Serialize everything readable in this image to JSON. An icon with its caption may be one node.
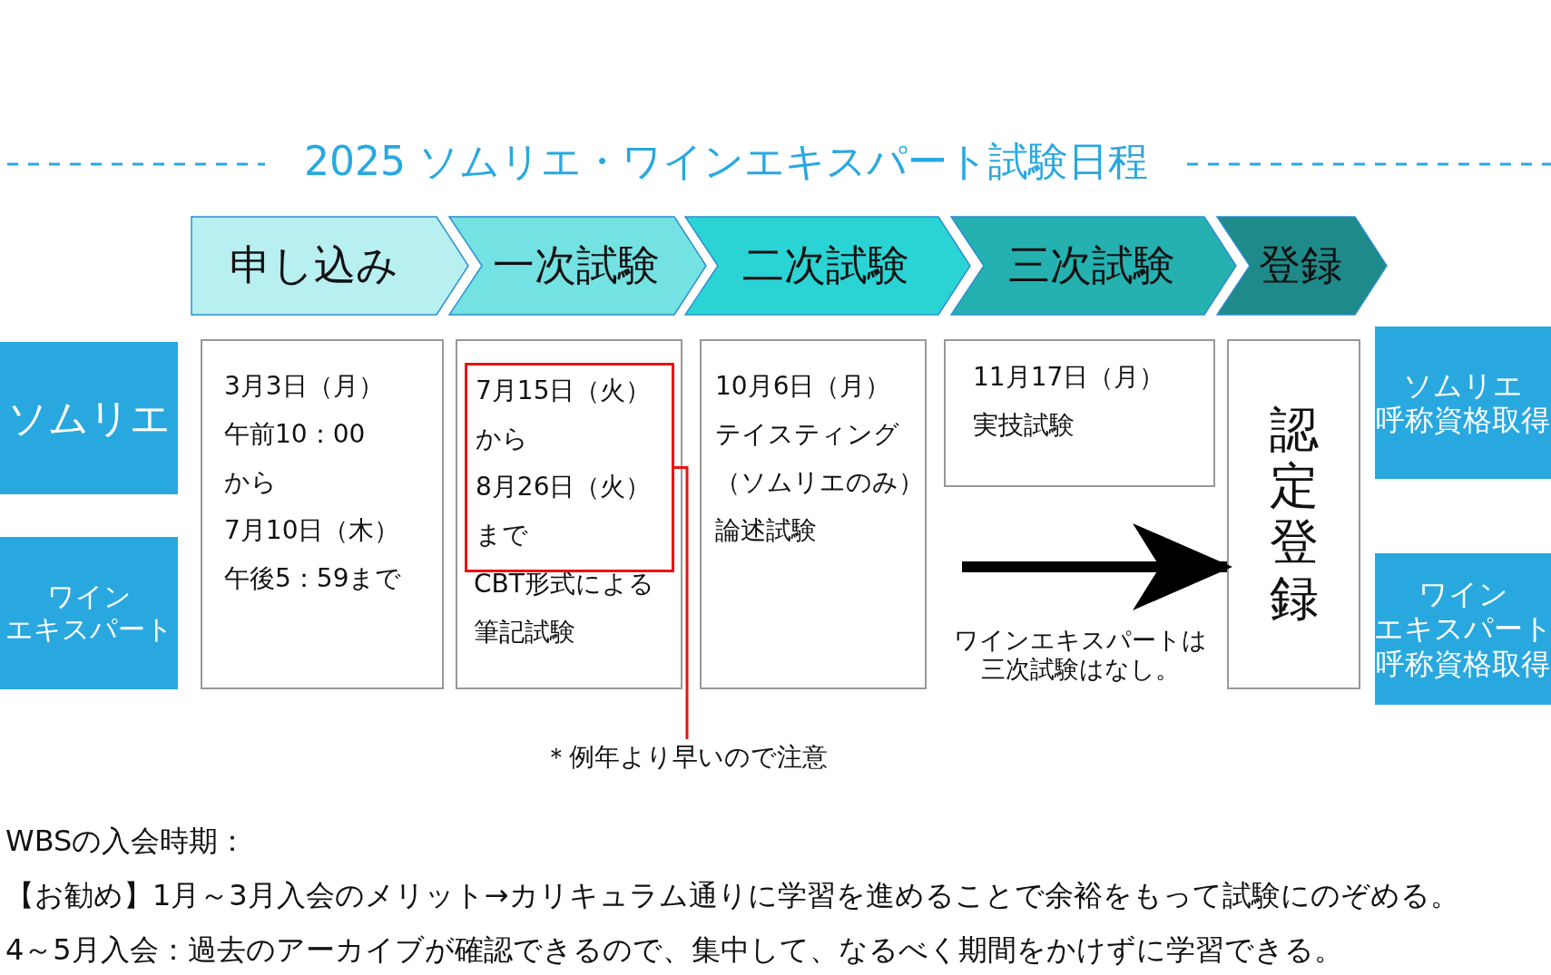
{
  "diagram": {
    "title": "2025 ソムリエ・ワインエキスパート試験日程",
    "nodes": [
      {
        "text": [
          "申し込み"
        ]
      },
      {
        "text": [
          "一次試験"
        ]
      },
      {
        "text": [
          "二次試験"
        ]
      },
      {
        "text": [
          "三次試験"
        ]
      },
      {
        "text": [
          "登録"
        ]
      },
      {
        "text": [
          "ソムリエ"
        ]
      },
      {
        "text": [
          "ワイン",
          "エキスパート"
        ]
      },
      {
        "text": [
          "3月3日（月）",
          "午前10：00",
          "から",
          "7月10日（木）",
          "午後5：59まで"
        ]
      },
      {
        "text": [
          "CBT形式による",
          "筆記試験"
        ]
      },
      {
        "text": [
          "7月15日（火）",
          "から",
          "8月26日（火）",
          "まで"
        ],
        "in": 8
      },
      {
        "text": [
          "10月6日（月）",
          "テイスティング",
          "（ソムリエのみ）",
          "論述試験"
        ]
      },
      {
        "text": [
          "11月17日（月）",
          "実技試験"
        ]
      },
      {
        "text": [
          "認定登録"
        ]
      },
      {
        "text": [
          "ソムリエ",
          "呼称資格取得"
        ]
      },
      {
        "text": [
          "ワイン",
          "エキスパート",
          "呼称資格取得"
        ]
      },
      {
        "text": [
          "＊例年より早いので注意"
        ]
      }
    ],
    "edges": [
      {
        "from": 15,
        "to": 9,
        "arrow": "none",
        "color": "#ee1111"
      },
      {
        "from": null,
        "to": 12,
        "arrow": "to",
        "style": "thick",
        "color": "#000000"
      }
    ],
    "labels": [
      "ワインエキスパートは",
      "三次試験はなし。",
      "WBSの入会時期：",
      "【お勧め】1月～3月入会のメリット→カリキュラム通りに学習を進めることで余裕をもって試験にのぞめる。",
      "4～5月入会：過去のアーカイブが確認できるので、集中して、なるべく期間をかけずに学習できる。"
    ]
  }
}
